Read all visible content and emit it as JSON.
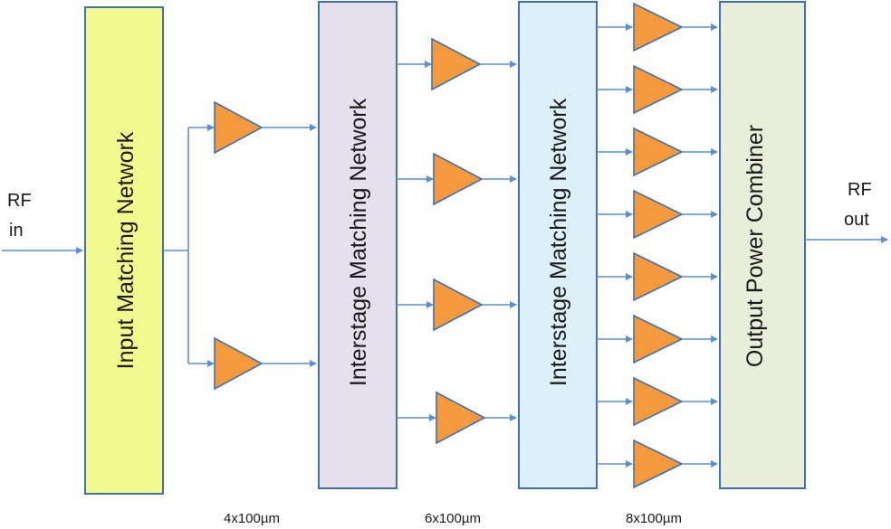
{
  "blocks": {
    "input_matching": {
      "label": "Input Matching Network",
      "color": "#f4fb8e"
    },
    "interstage_1": {
      "label": "Interstage Matching Network",
      "color": "#e6e0ee"
    },
    "interstage_2": {
      "label": "Interstage Matching Network",
      "color": "#def0f7"
    },
    "output_combiner": {
      "label": "Output Power Combiner",
      "color": "#e9eedb"
    }
  },
  "io": {
    "rf_in": [
      "RF",
      "in"
    ],
    "rf_out": [
      "RF",
      "out"
    ]
  },
  "stages": [
    {
      "size_label": "4x100µm",
      "amp_count": 2
    },
    {
      "size_label": "6x100µm",
      "amp_count": 4
    },
    {
      "size_label": "8x100µm",
      "amp_count": 8
    }
  ],
  "colors": {
    "amplifier": "#f59a3c",
    "wire": "#5b8fd0",
    "border": "#3f6fb0"
  }
}
